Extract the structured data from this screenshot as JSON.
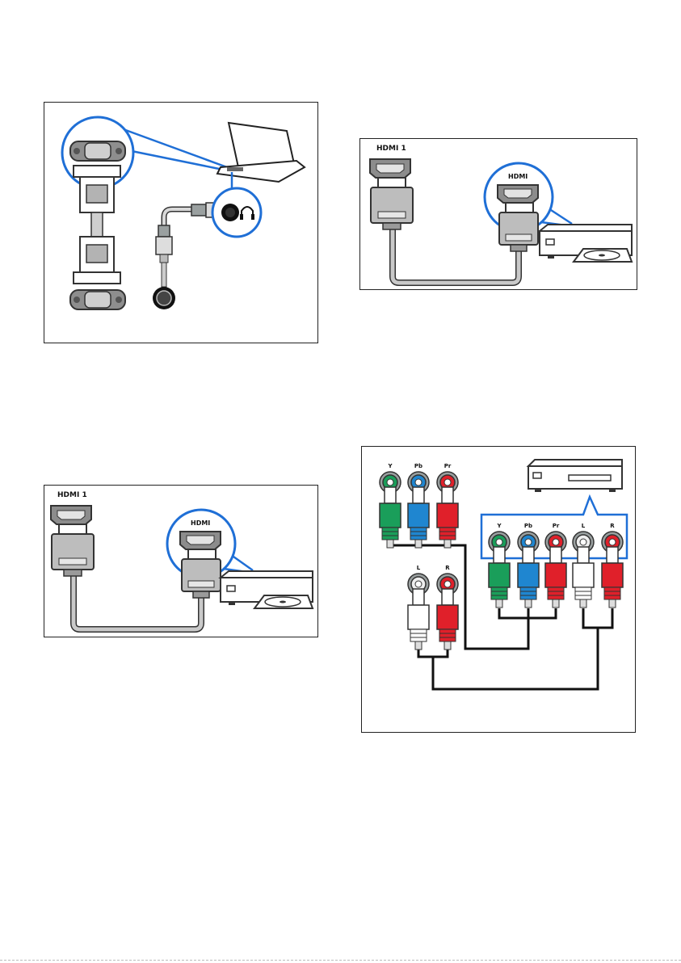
{
  "panels": {
    "hdmi_top": {
      "tv_port_label": "HDMI 1",
      "device_port_label": "HDMI"
    },
    "hdmi_bottom": {
      "tv_port_label": "HDMI 1",
      "device_port_label": "HDMI"
    },
    "component": {
      "tv_video_labels": [
        "Y",
        "Pb",
        "Pr"
      ],
      "tv_audio_labels": [
        "L",
        "R"
      ],
      "device_labels": [
        "Y",
        "Pb",
        "Pr",
        "L",
        "R"
      ]
    }
  },
  "colors": {
    "highlight": "#1f6fd6",
    "green": "#1a9e5a",
    "blue": "#1f86d0",
    "red": "#e0202a",
    "white": "#ffffff",
    "cable_gray": "#bdbdbd",
    "metal": "#9aa0a0"
  },
  "icons": [
    "headphone-icon",
    "disc-icon",
    "laptop-icon",
    "dvd-player-icon",
    "set-top-box-icon"
  ]
}
